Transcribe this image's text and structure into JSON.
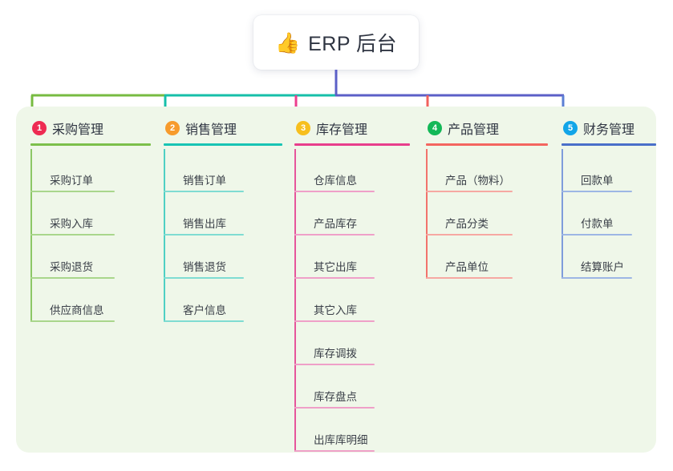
{
  "root": {
    "icon": "thumbs-up-icon",
    "icon_glyph": "👍",
    "label": "ERP 后台"
  },
  "panel": {
    "background": "#eff7e9"
  },
  "connector_colors": {
    "root_drop": "#5b5fc7",
    "bus_segment_1": "#77bb41",
    "bus_segment_2": "#16bfa9",
    "bus_segment_3": "#5b5fc7",
    "stub_col1": "#77bb41",
    "stub_col2": "#16bfa9",
    "stub_col3": "#ec3e8e",
    "stub_col4": "#f2615c",
    "stub_col5": "#5b7fd4"
  },
  "columns": [
    {
      "index": "1",
      "badge_color": "#ee2b52",
      "rule_color": "#7cbf4a",
      "spine_color": "#8cc766",
      "leaf_rule_color": "#a9d68c",
      "title": "采购管理",
      "leaves": [
        {
          "label": "采购订单"
        },
        {
          "label": "采购入库"
        },
        {
          "label": "采购退货"
        },
        {
          "label": "供应商信息"
        }
      ]
    },
    {
      "index": "2",
      "badge_color": "#f79b2c",
      "rule_color": "#18c4b4",
      "spine_color": "#4fd0c4",
      "leaf_rule_color": "#7fdcd2",
      "title": "销售管理",
      "leaves": [
        {
          "label": "销售订单"
        },
        {
          "label": "销售出库"
        },
        {
          "label": "销售退货"
        },
        {
          "label": "客户信息"
        }
      ]
    },
    {
      "index": "3",
      "badge_color": "#f7bf1e",
      "rule_color": "#e83e8c",
      "spine_color": "#e6559b",
      "leaf_rule_color": "#efa0c8",
      "title": "库存管理",
      "leaves": [
        {
          "label": "仓库信息"
        },
        {
          "label": "产品库存"
        },
        {
          "label": "其它出库"
        },
        {
          "label": "其它入库"
        },
        {
          "label": "库存调拨"
        },
        {
          "label": "库存盘点"
        },
        {
          "label": "出库库明细"
        }
      ]
    },
    {
      "index": "4",
      "badge_color": "#13b857",
      "rule_color": "#f4655f",
      "spine_color": "#f2736c",
      "leaf_rule_color": "#f6a8a2",
      "title": "产品管理",
      "leaves": [
        {
          "label": "产品（物料）"
        },
        {
          "label": "产品分类"
        },
        {
          "label": "产品单位"
        }
      ]
    },
    {
      "index": "5",
      "badge_color": "#12a5e8",
      "rule_color": "#4a6fc9",
      "spine_color": "#7f9ddb",
      "leaf_rule_color": "#9db6e4",
      "title": "财务管理",
      "leaves": [
        {
          "label": "回款单"
        },
        {
          "label": "付款单"
        },
        {
          "label": "结算账户"
        }
      ]
    }
  ]
}
